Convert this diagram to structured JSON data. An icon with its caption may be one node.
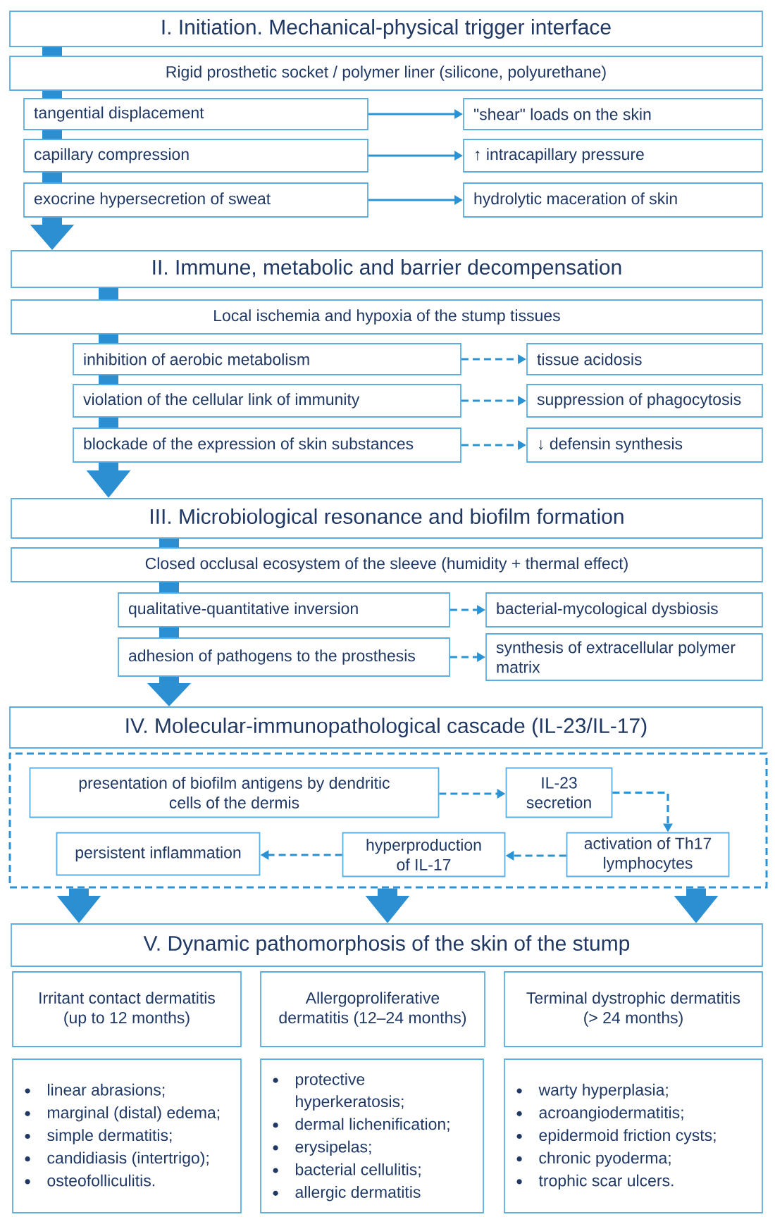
{
  "diagram": {
    "nodes": [
      {
        "text": [
          "I. Initiation. Mechanical-physical trigger interface"
        ]
      },
      {
        "text": [
          "Rigid prosthetic socket / polymer liner (silicone, polyurethane)"
        ]
      },
      {
        "text": [
          "tangential displacement"
        ]
      },
      {
        "text": [
          "\"shear\" loads on the skin"
        ]
      },
      {
        "text": [
          "capillary compression"
        ]
      },
      {
        "text": [
          "↑ intracapillary pressure"
        ]
      },
      {
        "text": [
          "exocrine hypersecretion of sweat"
        ]
      },
      {
        "text": [
          "hydrolytic maceration of skin"
        ]
      },
      {
        "text": [
          "II. Immune, metabolic and barrier decompensation"
        ]
      },
      {
        "text": [
          "Local ischemia and hypoxia of the stump tissues"
        ]
      },
      {
        "text": [
          "inhibition of aerobic metabolism"
        ]
      },
      {
        "text": [
          "tissue acidosis"
        ]
      },
      {
        "text": [
          "violation of the cellular link of immunity"
        ]
      },
      {
        "text": [
          "suppression of phagocytosis"
        ]
      },
      {
        "text": [
          "blockade of the expression of skin substances"
        ]
      },
      {
        "text": [
          "↓ defensin synthesis"
        ]
      },
      {
        "text": [
          "III. Microbiological resonance and biofilm formation"
        ]
      },
      {
        "text": [
          "Closed occlusal ecosystem of the sleeve (humidity + thermal effect)"
        ]
      },
      {
        "text": [
          "qualitative-quantitative inversion"
        ]
      },
      {
        "text": [
          "bacterial-mycological dysbiosis"
        ]
      },
      {
        "text": [
          "adhesion of pathogens to the prosthesis"
        ]
      },
      {
        "text": [
          "synthesis of extracellular polymer matrix"
        ]
      },
      {
        "text": [
          "IV. Molecular-immunopathological cascade (IL-23/IL-17)"
        ]
      },
      {
        "text": [],
        "shape": "box"
      },
      {
        "text": [
          "presentation of biofilm antigens by dendritic cells of the dermis"
        ],
        "in": 23
      },
      {
        "text": [
          "IL-23 secretion"
        ],
        "in": 23
      },
      {
        "text": [
          "persistent inflammation"
        ],
        "in": 23
      },
      {
        "text": [
          "hyperproduction of IL-17"
        ],
        "in": 23
      },
      {
        "text": [
          "activation of Th17 lymphocytes"
        ],
        "in": 23
      },
      {
        "text": [
          "V. Dynamic pathomorphosis of the skin of the stump"
        ]
      },
      {
        "text": [
          "Irritant contact dermatitis (up to 12 months)"
        ]
      },
      {
        "text": [
          "Allergoproliferative dermatitis (12–24 months)"
        ]
      },
      {
        "text": [
          "Terminal dystrophic dermatitis (> 24 months)"
        ]
      },
      {
        "text": [
          "linear abrasions;",
          "marginal (distal) edema;",
          "simple dermatitis;",
          "candidiasis (intertrigo);",
          "osteofolliculitis."
        ]
      },
      {
        "text": [
          "protective hyperkeratosis;",
          "dermal lichenification;",
          "erysipelas;",
          "bacterial cellulitis;",
          "allergic dermatitis"
        ]
      },
      {
        "text": [
          "warty hyperplasia;",
          "acroangiodermatitis;",
          "epidermoid friction cysts;",
          "chronic pyoderma;",
          "trophic scar ulcers."
        ]
      }
    ],
    "edges": [
      {
        "from": 0,
        "to": 1,
        "arrow": "none"
      },
      {
        "from": 1,
        "to": 2,
        "arrow": "none"
      },
      {
        "from": 2,
        "to": 4,
        "arrow": "none"
      },
      {
        "from": 4,
        "to": 6,
        "arrow": "none"
      },
      {
        "from": 6,
        "to": 8,
        "arrow": "to"
      },
      {
        "from": 2,
        "to": 3,
        "arrow": "to"
      },
      {
        "from": 4,
        "to": 5,
        "arrow": "to"
      },
      {
        "from": 6,
        "to": 7,
        "arrow": "to"
      },
      {
        "from": 8,
        "to": 9,
        "arrow": "none"
      },
      {
        "from": 9,
        "to": 10,
        "arrow": "none"
      },
      {
        "from": 10,
        "to": 12,
        "arrow": "none"
      },
      {
        "from": 12,
        "to": 14,
        "arrow": "none"
      },
      {
        "from": 14,
        "to": 16,
        "arrow": "to"
      },
      {
        "from": 10,
        "to": 11,
        "arrow": "to",
        "style": "dashed"
      },
      {
        "from": 12,
        "to": 13,
        "arrow": "to",
        "style": "dashed"
      },
      {
        "from": 14,
        "to": 15,
        "arrow": "to",
        "style": "dashed"
      },
      {
        "from": 16,
        "to": 17,
        "arrow": "none"
      },
      {
        "from": 17,
        "to": 18,
        "arrow": "none"
      },
      {
        "from": 18,
        "to": 20,
        "arrow": "none"
      },
      {
        "from": 20,
        "to": 22,
        "arrow": "to"
      },
      {
        "from": 18,
        "to": 19,
        "arrow": "to",
        "style": "dashed"
      },
      {
        "from": 20,
        "to": 21,
        "arrow": "to",
        "style": "dashed"
      },
      {
        "from": 24,
        "to": 25,
        "arrow": "to",
        "style": "dashed"
      },
      {
        "from": 25,
        "to": 28,
        "arrow": "to",
        "style": "dashed"
      },
      {
        "from": 28,
        "to": 27,
        "arrow": "to",
        "style": "dashed"
      },
      {
        "from": 27,
        "to": 26,
        "arrow": "to",
        "style": "dashed"
      },
      {
        "from": 23,
        "to": 29,
        "arrow": "to"
      },
      {
        "from": 23,
        "to": 29,
        "arrow": "to"
      },
      {
        "from": 23,
        "to": 29,
        "arrow": "to"
      }
    ]
  }
}
